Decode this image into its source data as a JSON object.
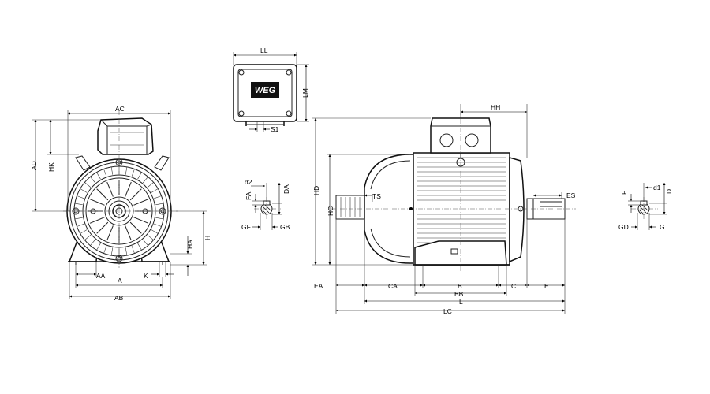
{
  "logo_text": "WEG",
  "labels": {
    "AC": "AC",
    "AD": "AD",
    "HK": "HK",
    "AA": "AA",
    "A": "A",
    "AB": "AB",
    "K": "K",
    "HA": "HA",
    "H": "H",
    "LL": "LL",
    "LM": "LM",
    "S1": "S1",
    "d2": "d2",
    "FA": "FA",
    "DA": "DA",
    "GF": "GF",
    "GB": "GB",
    "HH": "HH",
    "HD": "HD",
    "HC": "HC",
    "TS": "TS",
    "ES": "ES",
    "EA": "EA",
    "CA": "CA",
    "B": "B",
    "C": "C",
    "E": "E",
    "BB": "BB",
    "L": "L",
    "LC": "LC",
    "F": "F",
    "d1": "d1",
    "D": "D",
    "GD": "GD",
    "G": "G"
  }
}
